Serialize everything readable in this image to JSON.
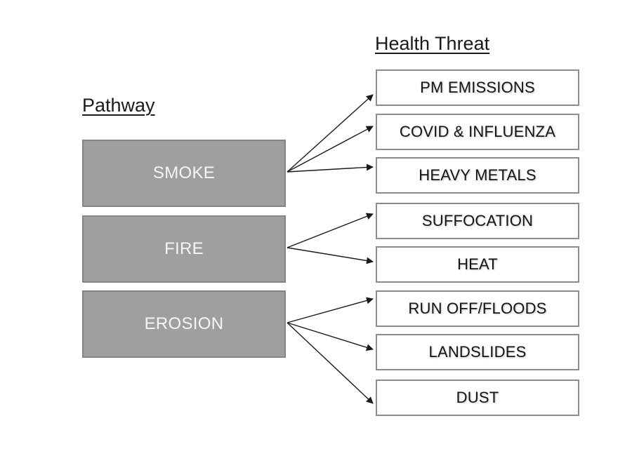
{
  "headings": {
    "pathway": "Pathway",
    "health_threat": "Health Threat"
  },
  "pathways": [
    {
      "id": "smoke",
      "label": "SMOKE"
    },
    {
      "id": "fire",
      "label": "FIRE"
    },
    {
      "id": "erosion",
      "label": "EROSION"
    }
  ],
  "threats": [
    {
      "id": "pm-emissions",
      "label": "PM EMISSIONS"
    },
    {
      "id": "covid-influenza",
      "label": "COVID & INFLUENZA"
    },
    {
      "id": "heavy-metals",
      "label": "HEAVY METALS"
    },
    {
      "id": "suffocation",
      "label": "SUFFOCATION"
    },
    {
      "id": "heat",
      "label": "HEAT"
    },
    {
      "id": "run-off-floods",
      "label": "RUN OFF/FLOODS"
    },
    {
      "id": "landslides",
      "label": "LANDSLIDES"
    },
    {
      "id": "dust",
      "label": "DUST"
    }
  ],
  "links": [
    {
      "from": "smoke",
      "to": "pm-emissions"
    },
    {
      "from": "smoke",
      "to": "covid-influenza"
    },
    {
      "from": "smoke",
      "to": "heavy-metals"
    },
    {
      "from": "fire",
      "to": "suffocation"
    },
    {
      "from": "fire",
      "to": "heat"
    },
    {
      "from": "erosion",
      "to": "run-off-floods"
    },
    {
      "from": "erosion",
      "to": "landslides"
    },
    {
      "from": "erosion",
      "to": "dust"
    }
  ],
  "colors": {
    "pathway_fill": "#9f9f9f",
    "pathway_text": "#f5f5f5",
    "threat_border": "#8c8c8c",
    "arrow": "#1a1a1a"
  }
}
